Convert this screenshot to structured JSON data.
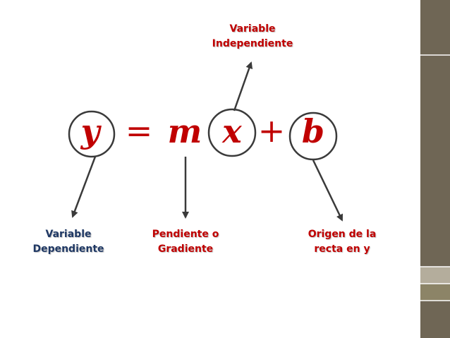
{
  "equation": {
    "y": "y",
    "equals": "=",
    "m": "m",
    "x": "x",
    "plus": "+",
    "b": "b",
    "color": "#c00000"
  },
  "labels": {
    "independent": {
      "line1": "Variable",
      "line2": "Independiente"
    },
    "dependent": {
      "line1": "Variable",
      "line2": "Dependiente"
    },
    "slope": {
      "line1": "Pendiente o",
      "line2": "Gradiente"
    },
    "intercept": {
      "line1": "Origen de la",
      "line2": "recta en y"
    }
  },
  "colors": {
    "label_text": "#1f3864",
    "label_text_red": "#c00000",
    "arrow": "#3a3a3a",
    "circle": "#3a3a3a",
    "band_dark": "#6f6655",
    "band_light": "#b4ad9c",
    "band_olive": "#8c8467"
  }
}
